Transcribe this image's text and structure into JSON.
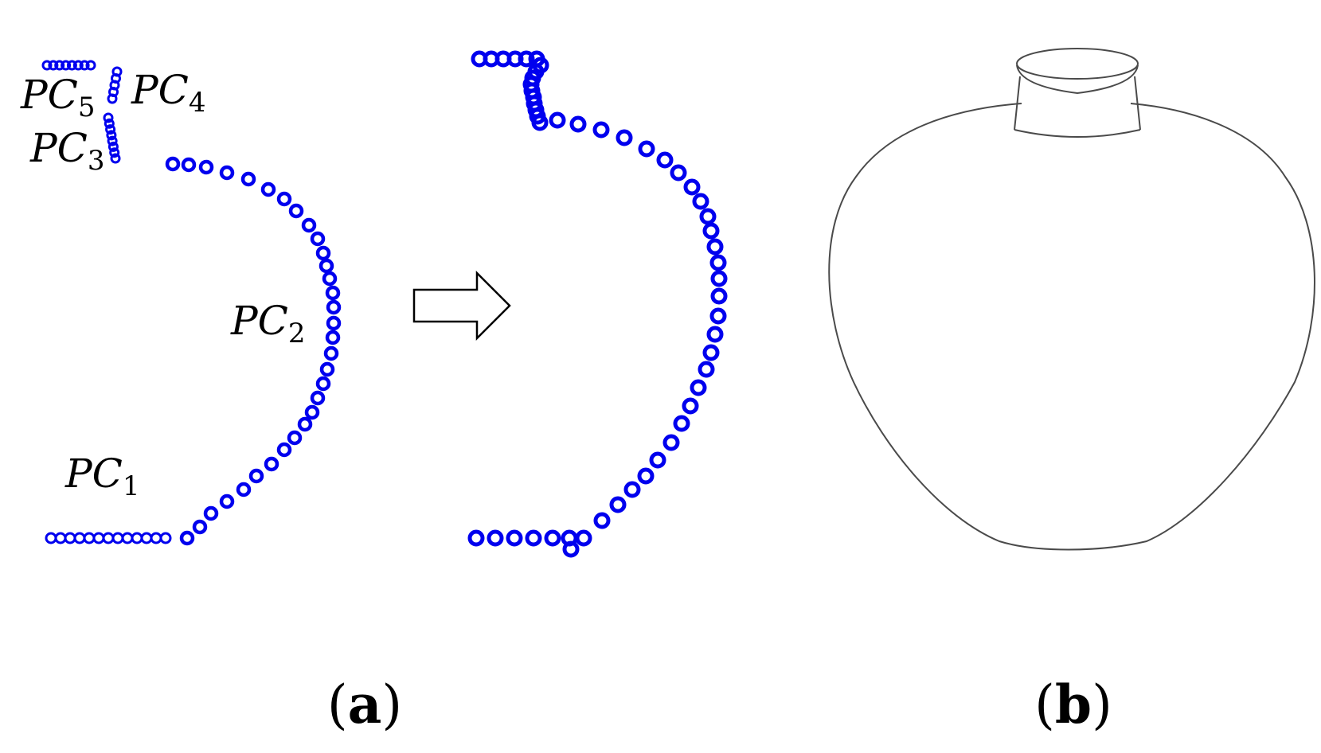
{
  "figure": {
    "point_color": "#0000ee",
    "outline_color": "#4a4a4a",
    "arrow_icon": "right-arrow-icon"
  },
  "segments": [
    {
      "letter": "PC",
      "index": "5"
    },
    {
      "letter": "PC",
      "index": "4"
    },
    {
      "letter": "PC",
      "index": "3"
    },
    {
      "letter": "PC",
      "index": "2"
    },
    {
      "letter": "PC",
      "index": "1"
    }
  ],
  "panels": [
    {
      "open": "(",
      "letter": "a",
      "close": ")"
    },
    {
      "open": "(",
      "letter": "b",
      "close": ")"
    }
  ]
}
